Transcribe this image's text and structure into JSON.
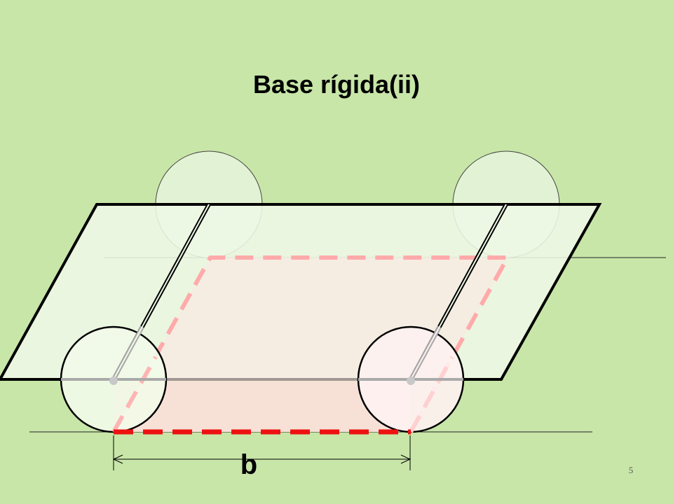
{
  "slide": {
    "title": "Base rígida(ii)",
    "dimension_label": "b",
    "page_number": "5"
  },
  "colors": {
    "background": "#c8e6a8",
    "plate_fill": "#eef8e6",
    "dashed_outline_light": "#ffaaaa",
    "dashed_outline_base": "#ee1111",
    "shaded_base": "#f0d4c0"
  }
}
